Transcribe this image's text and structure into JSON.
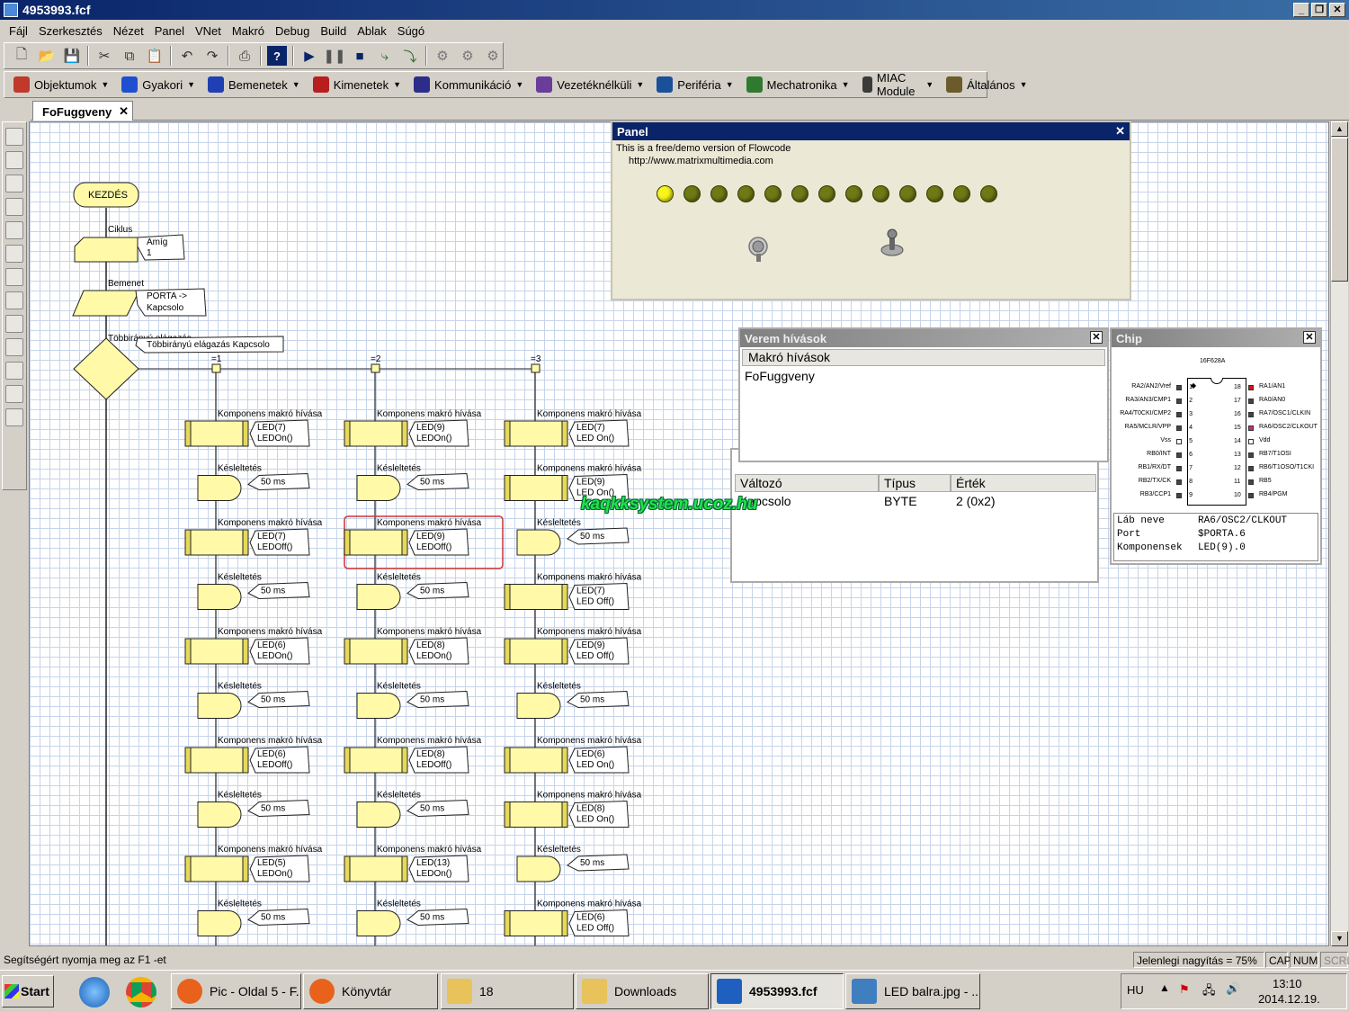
{
  "window": {
    "title": "4953993.fcf"
  },
  "menu": [
    "Fájl",
    "Szerkesztés",
    "Nézet",
    "Panel",
    "VNet",
    "Makró",
    "Debug",
    "Build",
    "Ablak",
    "Súgó"
  ],
  "component_toolbar": [
    {
      "label": "Objektumok",
      "color": "#c0392b"
    },
    {
      "label": "Gyakori",
      "color": "#1f4fd1"
    },
    {
      "label": "Bemenetek",
      "color": "#1f3fb3"
    },
    {
      "label": "Kimenetek",
      "color": "#b81e1e"
    },
    {
      "label": "Kommunikáció",
      "color": "#2c2c8a"
    },
    {
      "label": "Vezetéknélküli",
      "color": "#6a3d9a"
    },
    {
      "label": "Periféria",
      "color": "#1a4f9a"
    },
    {
      "label": "Mechatronika",
      "color": "#2f7a2f"
    },
    {
      "label": "MIAC Module",
      "color": "#3a3a3a"
    },
    {
      "label": "Általános",
      "color": "#6b5b2a"
    }
  ],
  "tab": {
    "label": "FoFuggveny"
  },
  "flowchart": {
    "start": "KEZDÉS",
    "loop_label": "Ciklus",
    "loop_cond": [
      "Amíg",
      "1"
    ],
    "input_label": "Bemenet",
    "input_value": [
      "PORTA ->",
      "Kapcsolo"
    ],
    "switch_label": "Többirányú elágazás",
    "switch_value": "Többirányú elágazás Kapcsolo",
    "case_labels": [
      "=1",
      "=2",
      "=3"
    ],
    "macro_label": "Komponens makró hívása",
    "delay_label": "Késleltetés",
    "columns": [
      [
        {
          "kind": "macro",
          "text": [
            "LED(7)",
            "LEDOn()"
          ]
        },
        {
          "kind": "delay",
          "text": "50 ms"
        },
        {
          "kind": "macro",
          "text": [
            "LED(7)",
            "LEDOff()"
          ]
        },
        {
          "kind": "delay",
          "text": "50 ms"
        },
        {
          "kind": "macro",
          "text": [
            "LED(6)",
            "LEDOn()"
          ]
        },
        {
          "kind": "delay",
          "text": "50 ms"
        },
        {
          "kind": "macro",
          "text": [
            "LED(6)",
            "LEDOff()"
          ]
        },
        {
          "kind": "delay",
          "text": "50 ms"
        },
        {
          "kind": "macro",
          "text": [
            "LED(5)",
            "LEDOn()"
          ]
        },
        {
          "kind": "delay",
          "text": "50 ms"
        }
      ],
      [
        {
          "kind": "macro",
          "text": [
            "LED(9)",
            "LEDOn()"
          ]
        },
        {
          "kind": "delay",
          "text": "50 ms"
        },
        {
          "kind": "macro",
          "text": [
            "LED(9)",
            "LEDOff()"
          ],
          "highlight": true
        },
        {
          "kind": "delay",
          "text": "50 ms"
        },
        {
          "kind": "macro",
          "text": [
            "LED(8)",
            "LEDOn()"
          ]
        },
        {
          "kind": "delay",
          "text": "50 ms"
        },
        {
          "kind": "macro",
          "text": [
            "LED(8)",
            "LEDOff()"
          ]
        },
        {
          "kind": "delay",
          "text": "50 ms"
        },
        {
          "kind": "macro",
          "text": [
            "LED(13)",
            "LEDOn()"
          ]
        },
        {
          "kind": "delay",
          "text": "50 ms"
        }
      ],
      [
        {
          "kind": "macro",
          "text": [
            "LED(7)",
            "LED On()"
          ]
        },
        {
          "kind": "macro",
          "text": [
            "LED(9)",
            "LED On()"
          ]
        },
        {
          "kind": "delay",
          "text": "50 ms"
        },
        {
          "kind": "macro",
          "text": [
            "LED(7)",
            "LED Off()"
          ]
        },
        {
          "kind": "macro",
          "text": [
            "LED(9)",
            "LED Off()"
          ]
        },
        {
          "kind": "delay",
          "text": "50 ms"
        },
        {
          "kind": "macro",
          "text": [
            "LED(6)",
            "LED On()"
          ]
        },
        {
          "kind": "macro",
          "text": [
            "LED(8)",
            "LED On()"
          ]
        },
        {
          "kind": "delay",
          "text": "50 ms"
        },
        {
          "kind": "macro",
          "text": [
            "LED(6)",
            "LED Off()"
          ]
        }
      ]
    ]
  },
  "panel": {
    "title": "Panel",
    "demo_line1": "This is a free/demo version of Flowcode",
    "demo_line2": "http://www.matrixmultimedia.com",
    "leds": [
      true,
      false,
      false,
      false,
      false,
      false,
      false,
      false,
      false,
      false,
      false,
      false,
      false
    ]
  },
  "verem": {
    "title": "Verem hívások",
    "header": "Makró hívások",
    "row": "FoFuggveny"
  },
  "valtozok": {
    "columns": [
      "Változó",
      "Típus",
      "Érték"
    ],
    "row": [
      "Kapcsolo",
      "BYTE",
      "2 (0x2)"
    ]
  },
  "chip": {
    "title": "Chip",
    "name": "16F628A",
    "left_pins": [
      {
        "n": "1",
        "label": "RA2/AN2/Vref",
        "color": "#444"
      },
      {
        "n": "2",
        "label": "RA3/AN3/CMP1",
        "color": "#444"
      },
      {
        "n": "3",
        "label": "RA4/T0CKI/CMP2",
        "color": "#444"
      },
      {
        "n": "4",
        "label": "RA5/MCLR/VPP",
        "color": "#444"
      },
      {
        "n": "5",
        "label": "Vss",
        "color": "#fff"
      },
      {
        "n": "6",
        "label": "RB0/INT",
        "color": "#444"
      },
      {
        "n": "7",
        "label": "RB1/RX/DT",
        "color": "#444"
      },
      {
        "n": "8",
        "label": "RB2/TX/CK",
        "color": "#444"
      },
      {
        "n": "9",
        "label": "RB3/CCP1",
        "color": "#444"
      }
    ],
    "right_pins": [
      {
        "n": "18",
        "label": "RA1/AN1",
        "color": "#d11"
      },
      {
        "n": "17",
        "label": "RA0/AN0",
        "color": "#444"
      },
      {
        "n": "16",
        "label": "RA7/OSC1/CLKIN",
        "color": "#444"
      },
      {
        "n": "15",
        "label": "RA6/OSC2/CLKOUT",
        "color": "#c0307a"
      },
      {
        "n": "14",
        "label": "Vdd",
        "color": "#fff"
      },
      {
        "n": "13",
        "label": "RB7/T1OSI",
        "color": "#444"
      },
      {
        "n": "12",
        "label": "RB6/T1OSO/T1CKI",
        "color": "#444"
      },
      {
        "n": "11",
        "label": "RB5",
        "color": "#444"
      },
      {
        "n": "10",
        "label": "RB4/PGM",
        "color": "#444"
      }
    ],
    "info": [
      {
        "k": "Láb neve",
        "v": "RA6/OSC2/CLKOUT"
      },
      {
        "k": "Port",
        "v": "$PORTA.6"
      },
      {
        "k": "Komponensek",
        "v": "LED(9).0"
      }
    ]
  },
  "watermark": "kaqkksystem.ucoz.hu",
  "status": {
    "help": "Segítségért nyomja meg az F1 -et",
    "zoom": "Jelenlegi nagyítás = 75%",
    "cap": "CAP",
    "num": "NUM",
    "scrl": "SCRL"
  },
  "taskbar": {
    "start": "Start",
    "tasks": [
      {
        "label": "Pic - Oldal 5 - F...",
        "color": "#e8621b"
      },
      {
        "label": "Könyvtár",
        "color": "#e8621b"
      },
      {
        "label": "18",
        "color": "#e8c25b"
      },
      {
        "label": "Downloads",
        "color": "#e8c25b"
      },
      {
        "label": "4953993.fcf",
        "color": "#1f5fbf",
        "active": true
      },
      {
        "label": "LED balra.jpg - ...",
        "color": "#3f7fbf"
      }
    ],
    "lang": "HU",
    "time": "13:10",
    "date": "2014.12.19."
  }
}
